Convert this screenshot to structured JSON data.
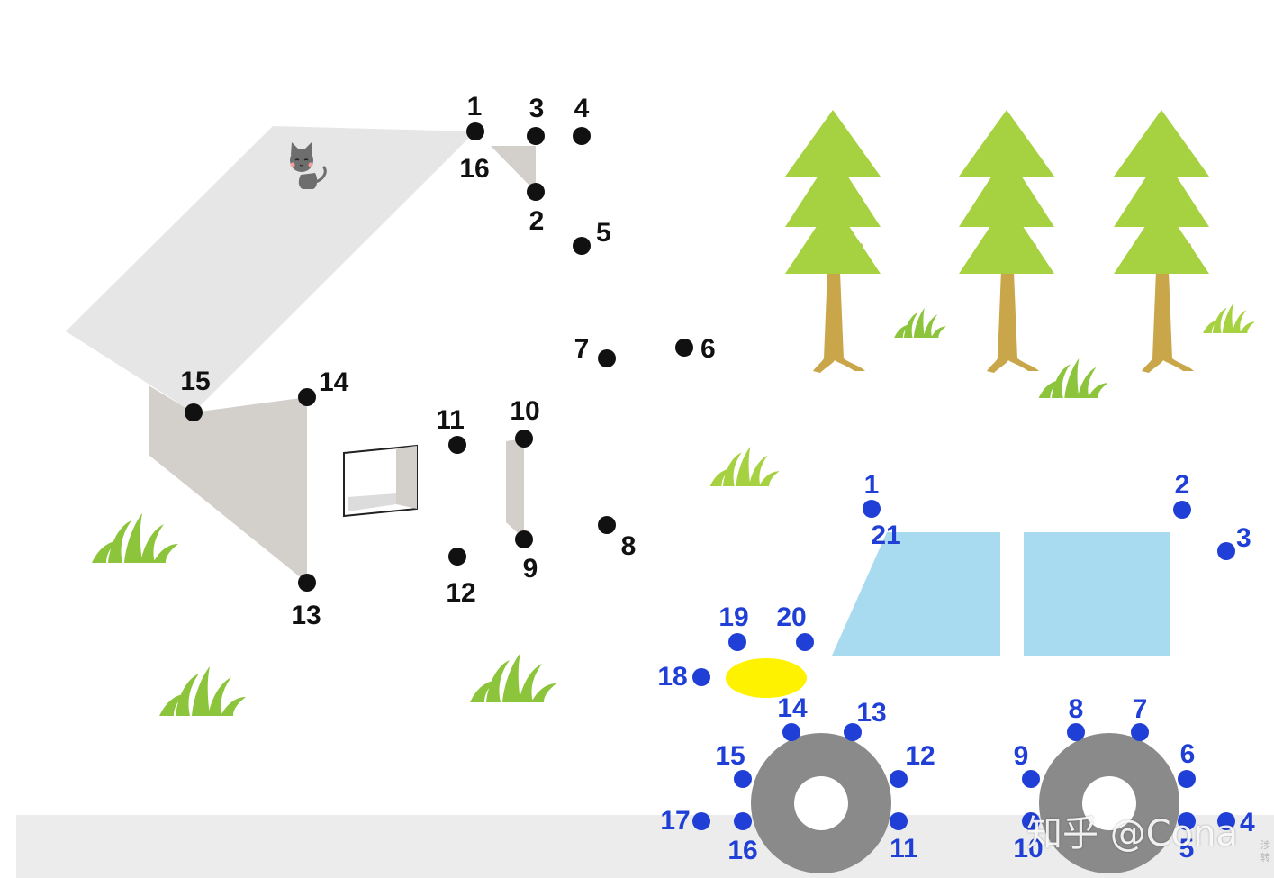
{
  "puzzle": {
    "colors": {
      "house_dots": "#111111",
      "car_dots": "#1f3fd6",
      "roof": "#e6e6e6",
      "wall_shade": "#d3d0cc",
      "tree_leaves": "#a6d140",
      "tree_trunk": "#c9a64a",
      "grass": "#8cc43c",
      "car_window": "#a8daf0",
      "headlight": "#fff200",
      "tire": "#8a8a8a",
      "ground": "#ececec"
    },
    "house_dots": [
      {
        "label": "1"
      },
      {
        "label": "16"
      },
      {
        "label": "2"
      },
      {
        "label": "3"
      },
      {
        "label": "4"
      },
      {
        "label": "5"
      },
      {
        "label": "6"
      },
      {
        "label": "7"
      },
      {
        "label": "8"
      },
      {
        "label": "9"
      },
      {
        "label": "10"
      },
      {
        "label": "11"
      },
      {
        "label": "12"
      },
      {
        "label": "13"
      },
      {
        "label": "14"
      },
      {
        "label": "15"
      }
    ],
    "car_dots": [
      {
        "label": "1"
      },
      {
        "label": "21"
      },
      {
        "label": "2"
      },
      {
        "label": "3"
      },
      {
        "label": "4"
      },
      {
        "label": "5"
      },
      {
        "label": "6"
      },
      {
        "label": "7"
      },
      {
        "label": "8"
      },
      {
        "label": "9"
      },
      {
        "label": "10"
      },
      {
        "label": "11"
      },
      {
        "label": "12"
      },
      {
        "label": "13"
      },
      {
        "label": "14"
      },
      {
        "label": "15"
      },
      {
        "label": "16"
      },
      {
        "label": "17"
      },
      {
        "label": "18"
      },
      {
        "label": "19"
      },
      {
        "label": "20"
      }
    ],
    "icons": [
      "cat-icon",
      "tree-icon",
      "grass-icon",
      "wheel-icon"
    ]
  },
  "watermark": "知乎 @Cona",
  "corner_note": "涉 转"
}
